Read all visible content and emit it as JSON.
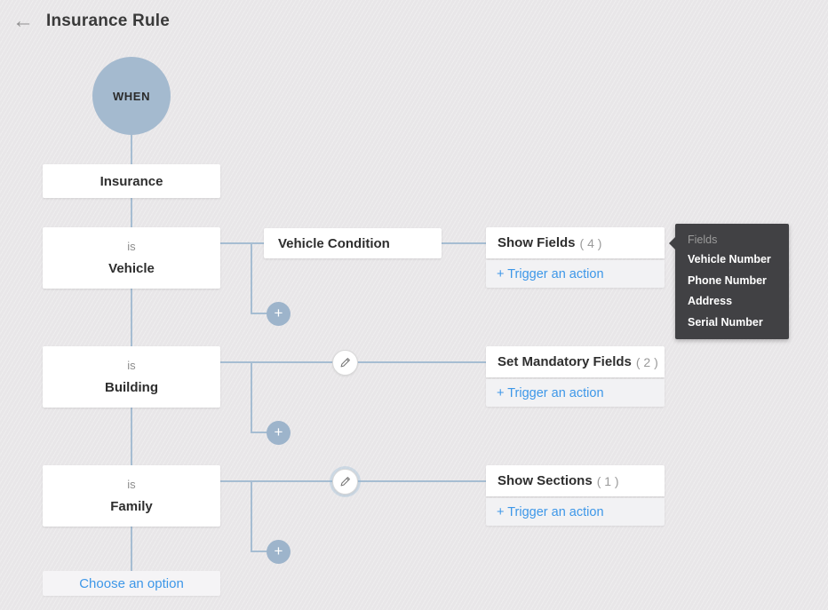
{
  "header": {
    "back_icon": "←",
    "title": "Insurance Rule"
  },
  "flow": {
    "when_label": "WHEN",
    "root_field": "Insurance",
    "plus_icon": "+",
    "branches": [
      {
        "operator": "is",
        "value": "Vehicle",
        "condition_label": "Vehicle Condition",
        "action": {
          "label": "Show Fields",
          "count": "( 4 )"
        },
        "trigger_label": "+ Trigger an action"
      },
      {
        "operator": "is",
        "value": "Building",
        "action": {
          "label": "Set Mandatory Fields",
          "count": "( 2 )"
        },
        "trigger_label": "+ Trigger an action"
      },
      {
        "operator": "is",
        "value": "Family",
        "action": {
          "label": "Show Sections",
          "count": "( 1 )"
        },
        "trigger_label": "+ Trigger an action"
      }
    ],
    "add_condition_label": "Choose an option"
  },
  "tooltip": {
    "title": "Fields",
    "items": [
      "Vehicle Number",
      "Phone Number",
      "Address",
      "Serial Number"
    ]
  },
  "colors": {
    "bg": "#e8e6e8",
    "line": "#a6bdd2",
    "node-blue": "#a4bacf",
    "plus-blue": "#9db4cb",
    "accent-blue": "#3d97e8",
    "trigger-bg": "#f2f2f4",
    "tooltip-bg": "#414144",
    "text-dark": "#2e2e2e",
    "text-gray": "#8d8d8d"
  }
}
